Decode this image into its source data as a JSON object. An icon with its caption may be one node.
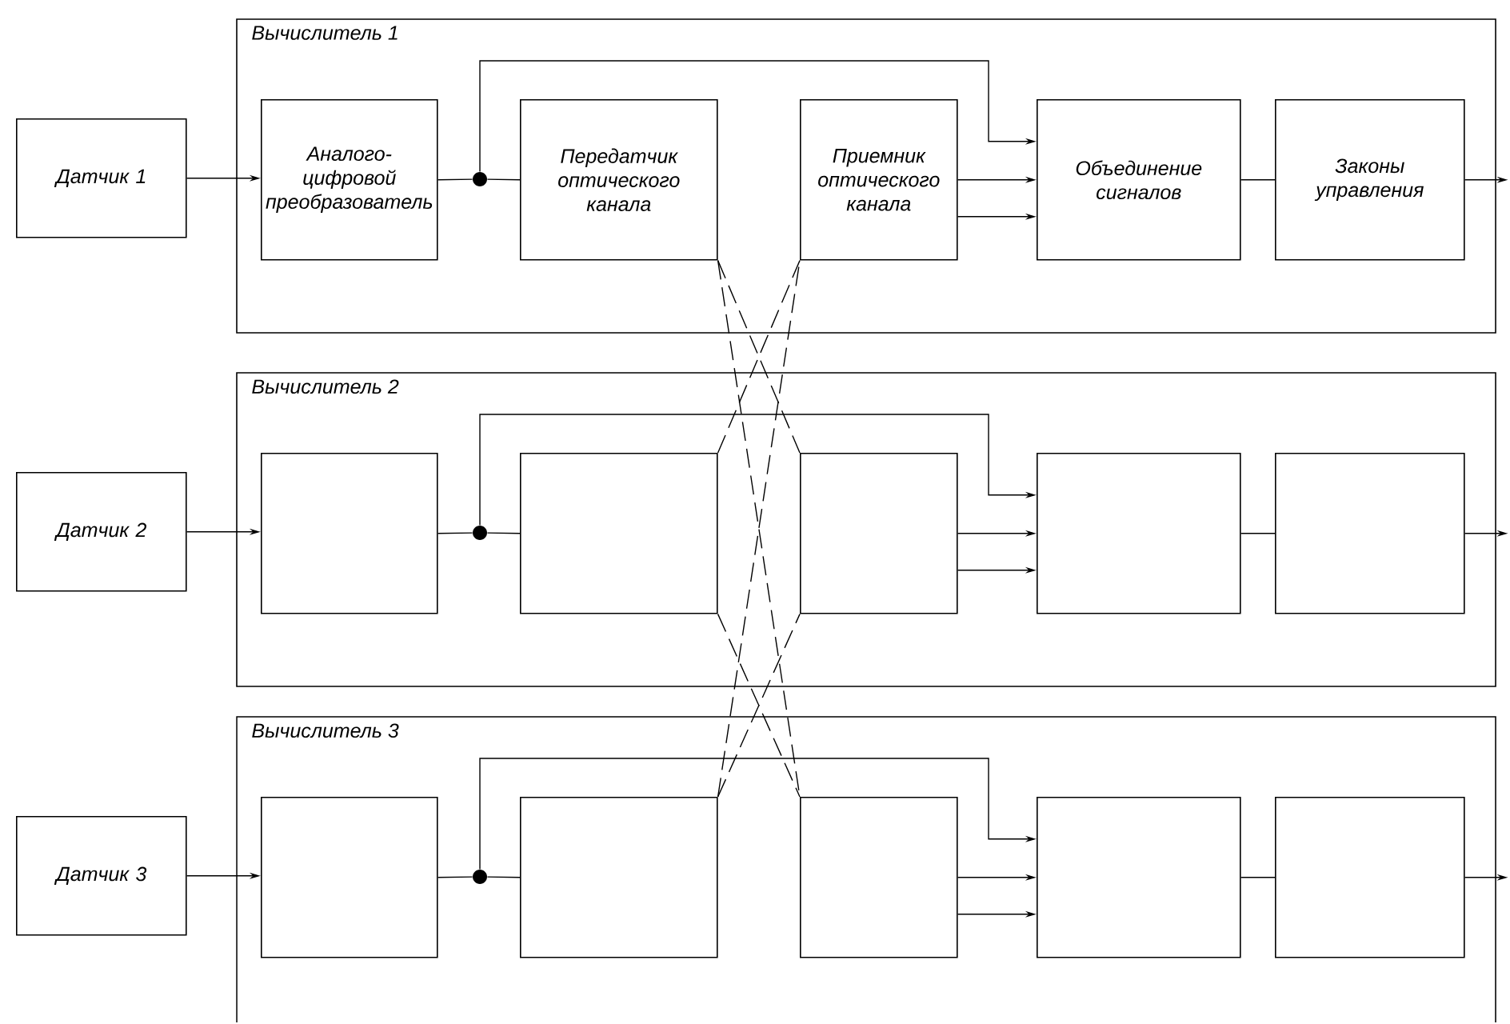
{
  "diagram": {
    "nodes": [
      {
        "text": [
          "Датчик 1"
        ]
      },
      {
        "text": [
          "Вычислитель 1"
        ]
      },
      {
        "text": [
          "Аналого-цифровой преобразователь"
        ],
        "in": 1
      },
      {
        "text": [],
        "shape": "circle",
        "in": 1
      },
      {
        "text": [
          "Передатчик оптического канала"
        ],
        "in": 1
      },
      {
        "text": [
          "Приемник оптического канала"
        ],
        "in": 1
      },
      {
        "text": [
          "Объединение сигналов"
        ],
        "in": 1
      },
      {
        "text": [
          "Законы управления"
        ],
        "in": 1
      },
      {
        "text": [
          "Датчик 2"
        ]
      },
      {
        "text": [
          "Вычислитель 2"
        ]
      },
      {
        "text": [],
        "shape": "box",
        "in": 9
      },
      {
        "text": [],
        "shape": "circle",
        "in": 9
      },
      {
        "text": [],
        "shape": "box",
        "in": 9
      },
      {
        "text": [],
        "shape": "box",
        "in": 9
      },
      {
        "text": [],
        "shape": "box",
        "in": 9
      },
      {
        "text": [],
        "shape": "box",
        "in": 9
      },
      {
        "text": [
          "Датчик 3"
        ]
      },
      {
        "text": [
          "Вычислитель 3"
        ]
      },
      {
        "text": [],
        "shape": "box",
        "in": 17
      },
      {
        "text": [],
        "shape": "circle",
        "in": 17
      },
      {
        "text": [],
        "shape": "box",
        "in": 17
      },
      {
        "text": [],
        "shape": "box",
        "in": 17
      },
      {
        "text": [],
        "shape": "box",
        "in": 17
      },
      {
        "text": [],
        "shape": "box",
        "in": 17
      }
    ],
    "edges": [
      {
        "from": 0,
        "to": 2,
        "arrow": "to"
      },
      {
        "from": 2,
        "to": 3,
        "arrow": "none"
      },
      {
        "from": 3,
        "to": 4,
        "arrow": "none"
      },
      {
        "from": 3,
        "to": 6,
        "arrow": "to"
      },
      {
        "from": 5,
        "to": 6,
        "arrow": "to"
      },
      {
        "from": 5,
        "to": 6,
        "arrow": "to"
      },
      {
        "from": 6,
        "to": 7,
        "arrow": "none"
      },
      {
        "from": 7,
        "to": null,
        "arrow": "to"
      },
      {
        "from": 8,
        "to": 10,
        "arrow": "to"
      },
      {
        "from": 10,
        "to": 11,
        "arrow": "none"
      },
      {
        "from": 11,
        "to": 12,
        "arrow": "none"
      },
      {
        "from": 11,
        "to": 14,
        "arrow": "to"
      },
      {
        "from": 13,
        "to": 14,
        "arrow": "to"
      },
      {
        "from": 13,
        "to": 14,
        "arrow": "to"
      },
      {
        "from": 14,
        "to": 15,
        "arrow": "none"
      },
      {
        "from": 15,
        "to": null,
        "arrow": "to"
      },
      {
        "from": 16,
        "to": 18,
        "arrow": "to"
      },
      {
        "from": 18,
        "to": 19,
        "arrow": "none"
      },
      {
        "from": 19,
        "to": 20,
        "arrow": "none"
      },
      {
        "from": 19,
        "to": 22,
        "arrow": "to"
      },
      {
        "from": 21,
        "to": 22,
        "arrow": "to"
      },
      {
        "from": 21,
        "to": 22,
        "arrow": "to"
      },
      {
        "from": 22,
        "to": 23,
        "arrow": "none"
      },
      {
        "from": 23,
        "to": null,
        "arrow": "to"
      },
      {
        "from": 4,
        "to": 13,
        "arrow": "none",
        "style": "dashed"
      },
      {
        "from": 4,
        "to": 21,
        "arrow": "none",
        "style": "dashed"
      },
      {
        "from": 12,
        "to": 5,
        "arrow": "none",
        "style": "dashed"
      },
      {
        "from": 12,
        "to": 21,
        "arrow": "none",
        "style": "dashed"
      },
      {
        "from": 20,
        "to": 5,
        "arrow": "none",
        "style": "dashed"
      },
      {
        "from": 20,
        "to": 13,
        "arrow": "none",
        "style": "dashed"
      }
    ]
  }
}
